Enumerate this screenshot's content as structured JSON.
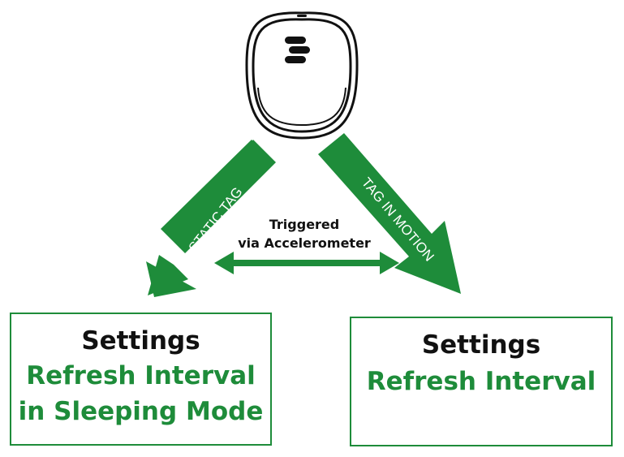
{
  "tag_device": {
    "icon": "tag-device-icon"
  },
  "arrows": {
    "left_label": "STATIC TAG",
    "right_label": "TAG IN MOTION",
    "center_label_line1": "Triggered",
    "center_label_line2": "via Accelerometer"
  },
  "boxes": {
    "left": {
      "title": "Settings",
      "line1": "Refresh Interval",
      "line2": "in Sleeping Mode"
    },
    "right": {
      "title": "Settings",
      "line1": "Refresh Interval"
    }
  },
  "colors": {
    "green": "#1e8c3a",
    "text": "#111111",
    "outline": "#111111"
  }
}
